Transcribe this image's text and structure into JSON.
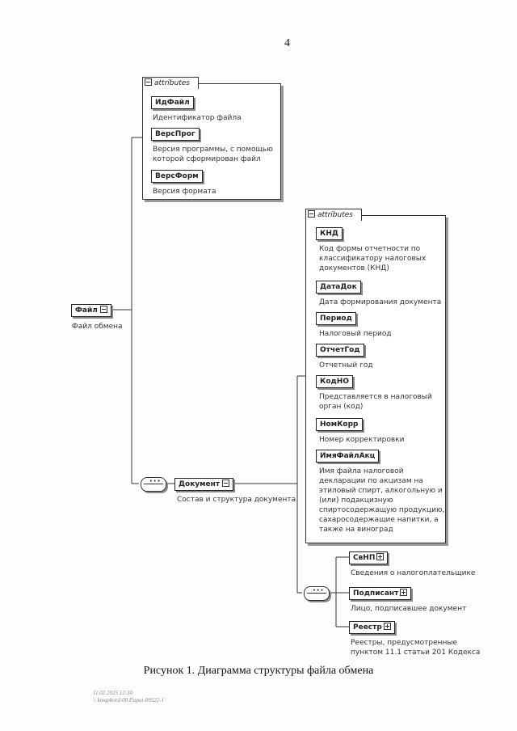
{
  "page_number": "4",
  "root": {
    "name": "Файл",
    "description": "Файл обмена"
  },
  "attributes_label": "attributes",
  "root_attributes": [
    {
      "name": "ИдФайл",
      "description": [
        "Идентификатор файла"
      ]
    },
    {
      "name": "ВерсПрог",
      "description": [
        "Версия программы, с помощью",
        "которой сформирован файл"
      ]
    },
    {
      "name": "ВерсФорм",
      "description": [
        "Версия формата"
      ]
    }
  ],
  "document": {
    "name": "Документ",
    "description": "Состав и структура документа"
  },
  "document_attributes": [
    {
      "name": "КНД",
      "description": [
        "Код формы отчетности по",
        "классификатору налоговых",
        "документов (КНД)"
      ]
    },
    {
      "name": "ДатаДок",
      "description": [
        "Дата формирования документа"
      ]
    },
    {
      "name": "Период",
      "description": [
        "Налоговый период"
      ]
    },
    {
      "name": "ОтчетГод",
      "description": [
        "Отчетный год"
      ]
    },
    {
      "name": "КодНО",
      "description": [
        "Представляется в налоговый",
        "орган (код)"
      ]
    },
    {
      "name": "НомКорр",
      "description": [
        "Номер корректировки"
      ]
    },
    {
      "name": "ИмяФайлАкц",
      "description": [
        "Имя файла налоговой",
        "декларации по акцизам на",
        "этиловый спирт, алкогольную и",
        "(или) подакцизную",
        "спиртосодержащую продукцию,",
        "сахаросодержащие напитки, а",
        "также на виноград"
      ]
    }
  ],
  "document_children": [
    {
      "name": "СвНП",
      "description": [
        "Сведения о налогоплательщике"
      ]
    },
    {
      "name": "Подписант",
      "description": [
        "Лицо, подписавшее документ"
      ]
    },
    {
      "name": "Реестр",
      "description": [
        "Реестры, предусмотренные",
        "пунктом 11.1 статьи 201 Кодекса"
      ]
    }
  ],
  "caption": "Рисунок 1. Диаграмма структуры файла обмена",
  "stamp": {
    "line1": "11.02.2025 12:30",
    "line2": "\\\\ kmapbord-00.P.nput-89522-1"
  }
}
